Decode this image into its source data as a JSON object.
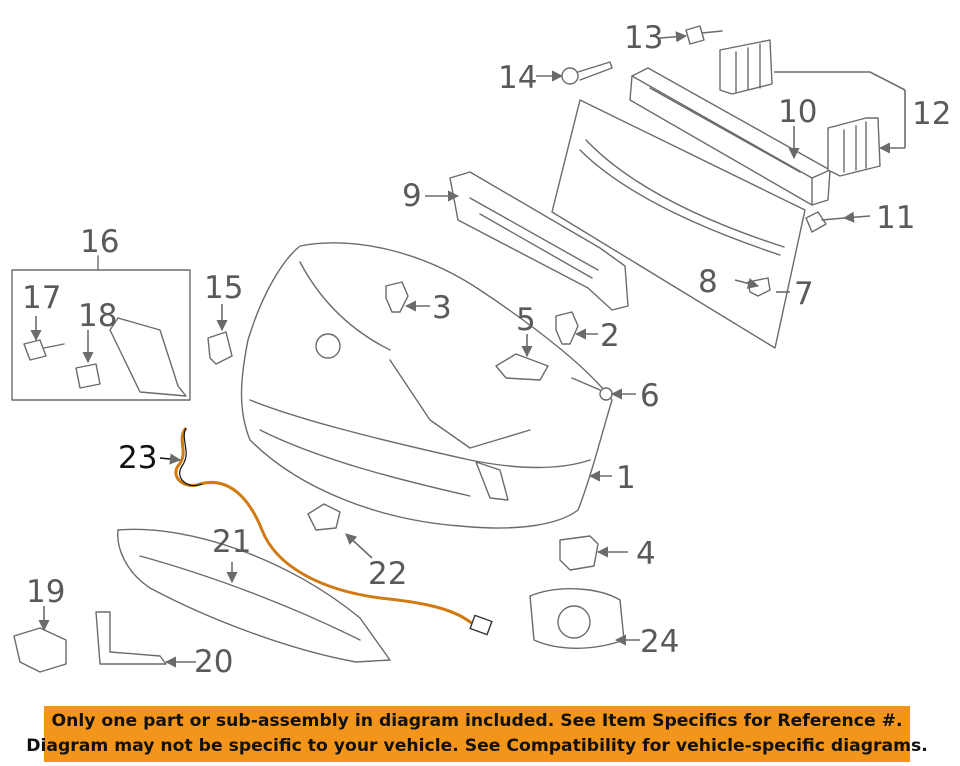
{
  "callouts": {
    "c1": "1",
    "c2": "2",
    "c3": "3",
    "c4": "4",
    "c5": "5",
    "c6": "6",
    "c7": "7",
    "c8": "8",
    "c9": "9",
    "c10": "10",
    "c11": "11",
    "c12": "12",
    "c13": "13",
    "c14": "14",
    "c15": "15",
    "c16": "16",
    "c17": "17",
    "c18": "18",
    "c19": "19",
    "c20": "20",
    "c21": "21",
    "c22": "22",
    "c23": "23",
    "c24": "24"
  },
  "notice": {
    "line1": "Only one part or sub-assembly in diagram included. See Item Specifics for Reference #.",
    "line2": "Diagram may not be specific to your vehicle. See Compatibility for vehicle-specific diagrams."
  },
  "colors": {
    "banner": "#f4951b",
    "wire_harness": "#d07a10",
    "line_art": "#6b6b6b"
  }
}
